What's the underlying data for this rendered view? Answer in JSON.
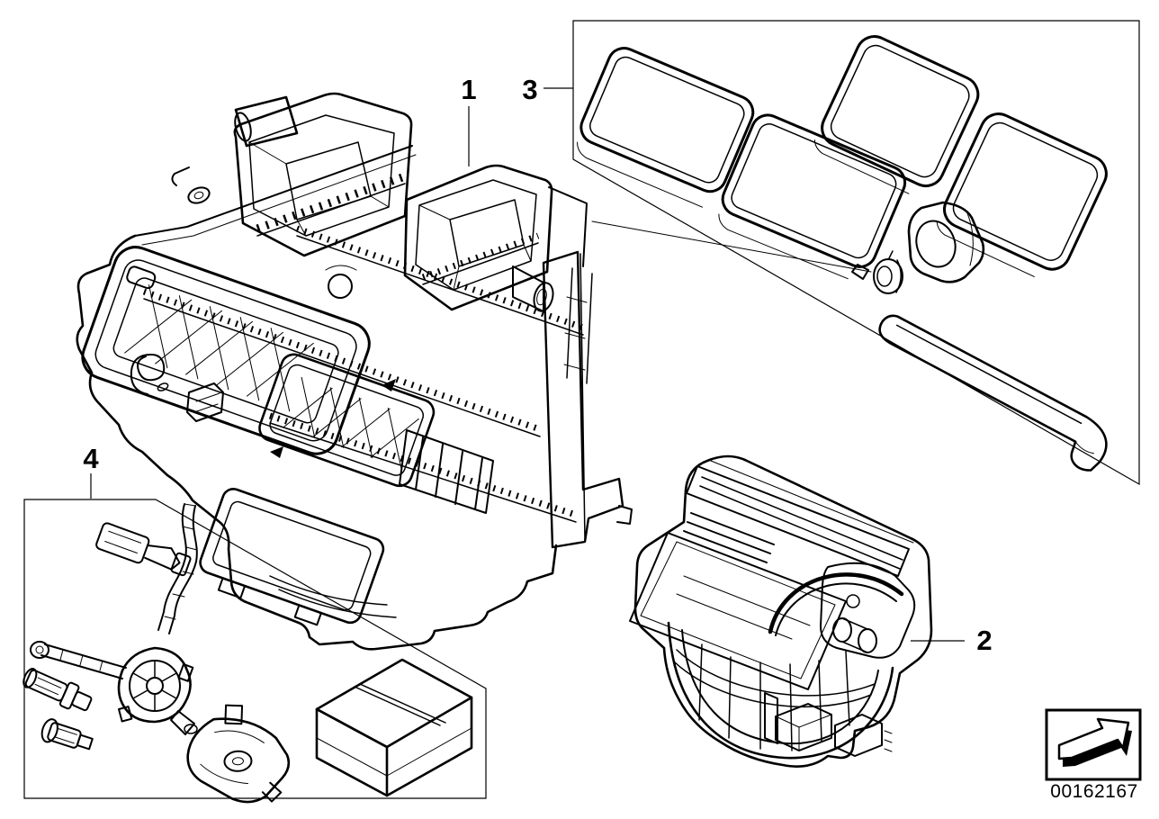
{
  "diagram": {
    "background": "#ffffff",
    "ink": "#000000",
    "callouts": {
      "c1": {
        "label": "1"
      },
      "c2": {
        "label": "2"
      },
      "c3": {
        "label": "3"
      },
      "c4": {
        "label": "4"
      }
    },
    "footer": {
      "image_number": "00162167"
    }
  }
}
